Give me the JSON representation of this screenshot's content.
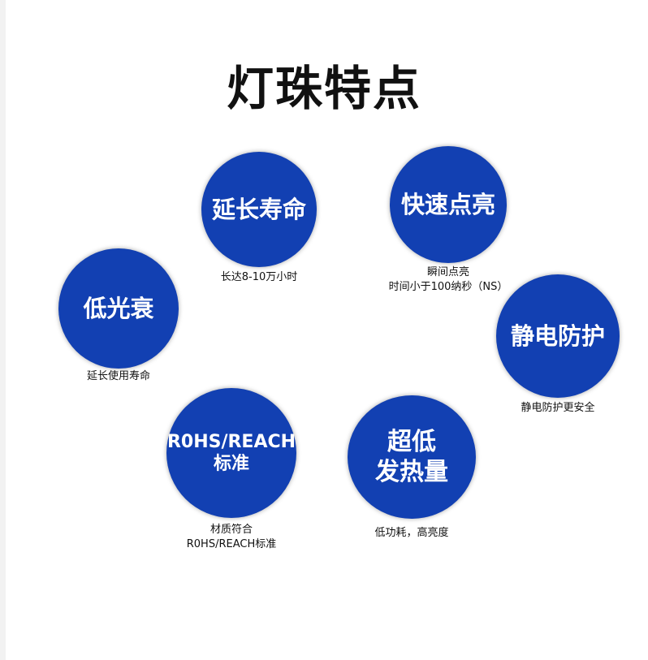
{
  "title": "灯珠特点",
  "features": {
    "long_life": {
      "label": "延长寿命",
      "desc": "长达8-10万小时"
    },
    "fast_light": {
      "label": "快速点亮",
      "desc_line1": "瞬间点亮",
      "desc_line2": "时间小于100纳秒（NS）"
    },
    "low_decay": {
      "label": "低光衰",
      "desc": "延长使用寿命"
    },
    "esd": {
      "label": "静电防护",
      "desc": "静电防护更安全"
    },
    "rohs": {
      "label_line1": "R0HS/REACH",
      "label_line2": "标准",
      "desc_line1": "材质符合",
      "desc_line2": "R0HS/REACH标准"
    },
    "low_heat": {
      "label_line1": "超低",
      "label_line2": "发热量",
      "desc": "低功耗，高亮度"
    }
  },
  "colors": {
    "circle": "#1240b2",
    "text": "#111111"
  }
}
